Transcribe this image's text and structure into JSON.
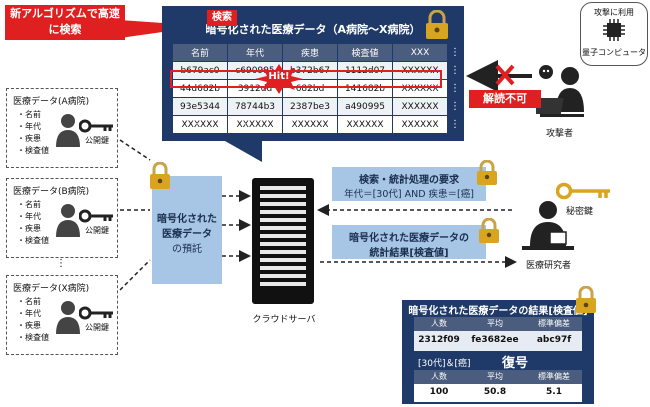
{
  "new_algo": {
    "line1": "新アルゴリズムで高速",
    "line2": "に検索"
  },
  "search_tag": "検索",
  "hit_label": "Hit!",
  "encrypted_table": {
    "title": "暗号化された医療データ（A病院～X病院）",
    "headers": [
      "名前",
      "年代",
      "疾患",
      "検査値",
      "XXX"
    ],
    "rows": [
      [
        "b679ac0",
        "c690995",
        "b372b67",
        "1112d07",
        "XXXXXX"
      ],
      [
        "44d682b",
        "3912dd",
        "682bd",
        "141682b",
        "XXXXXX"
      ],
      [
        "93e5344",
        "78744b3",
        "2387be3",
        "a490995",
        "XXXXXX"
      ],
      [
        "XXXXXX",
        "XXXXXX",
        "XXXXXX",
        "XXXXXX",
        "XXXXXX"
      ]
    ]
  },
  "hospitals": [
    {
      "title": "医療データ(A病院)",
      "fields": [
        "・名前",
        "・年代",
        "・疾患",
        "・検査値"
      ],
      "key_label": "公開鍵"
    },
    {
      "title": "医療データ(B病院)",
      "fields": [
        "・名前",
        "・年代",
        "・疾患",
        "・検査値"
      ],
      "key_label": "公開鍵"
    },
    {
      "title": "医療データ(X病院)",
      "fields": [
        "・名前",
        "・年代",
        "・疾患",
        "・検査値"
      ],
      "key_label": "公開鍵"
    }
  ],
  "deposit": {
    "line1": "暗号化された",
    "line2": "医療データ",
    "line3": "の預託"
  },
  "cloud_server_label": "クラウドサーバ",
  "attacker": {
    "label": "攻撃者",
    "quantum_line1": "攻撃に利用",
    "quantum_line2": "量子コンピュータ",
    "cannot_decrypt": "解読不可"
  },
  "request": {
    "line1": "検索・統計処理の要求",
    "line2": "年代＝[30代] AND 疾患＝[癌]"
  },
  "stats_result": {
    "line1": "暗号化された医療データの",
    "line2": "統計結果[検査値]"
  },
  "secret_key_label": "秘密鍵",
  "researcher_label": "医療研究者",
  "result_panel": {
    "title": "暗号化された医療データの結果[検査値]",
    "headers": [
      "人数",
      "平均",
      "標準偏差"
    ],
    "encrypted_values": [
      "2312f09",
      "fe3682ee",
      "abc97f"
    ],
    "condition": "[30代]＆[癌]",
    "decrypt_label": "復号",
    "decrypted_values": [
      "100",
      "50.8",
      "5.1"
    ]
  },
  "colors": {
    "navy": "#1f3a68",
    "red": "#e02020",
    "light_blue": "#a7c6e6",
    "gold": "#d9a520"
  }
}
